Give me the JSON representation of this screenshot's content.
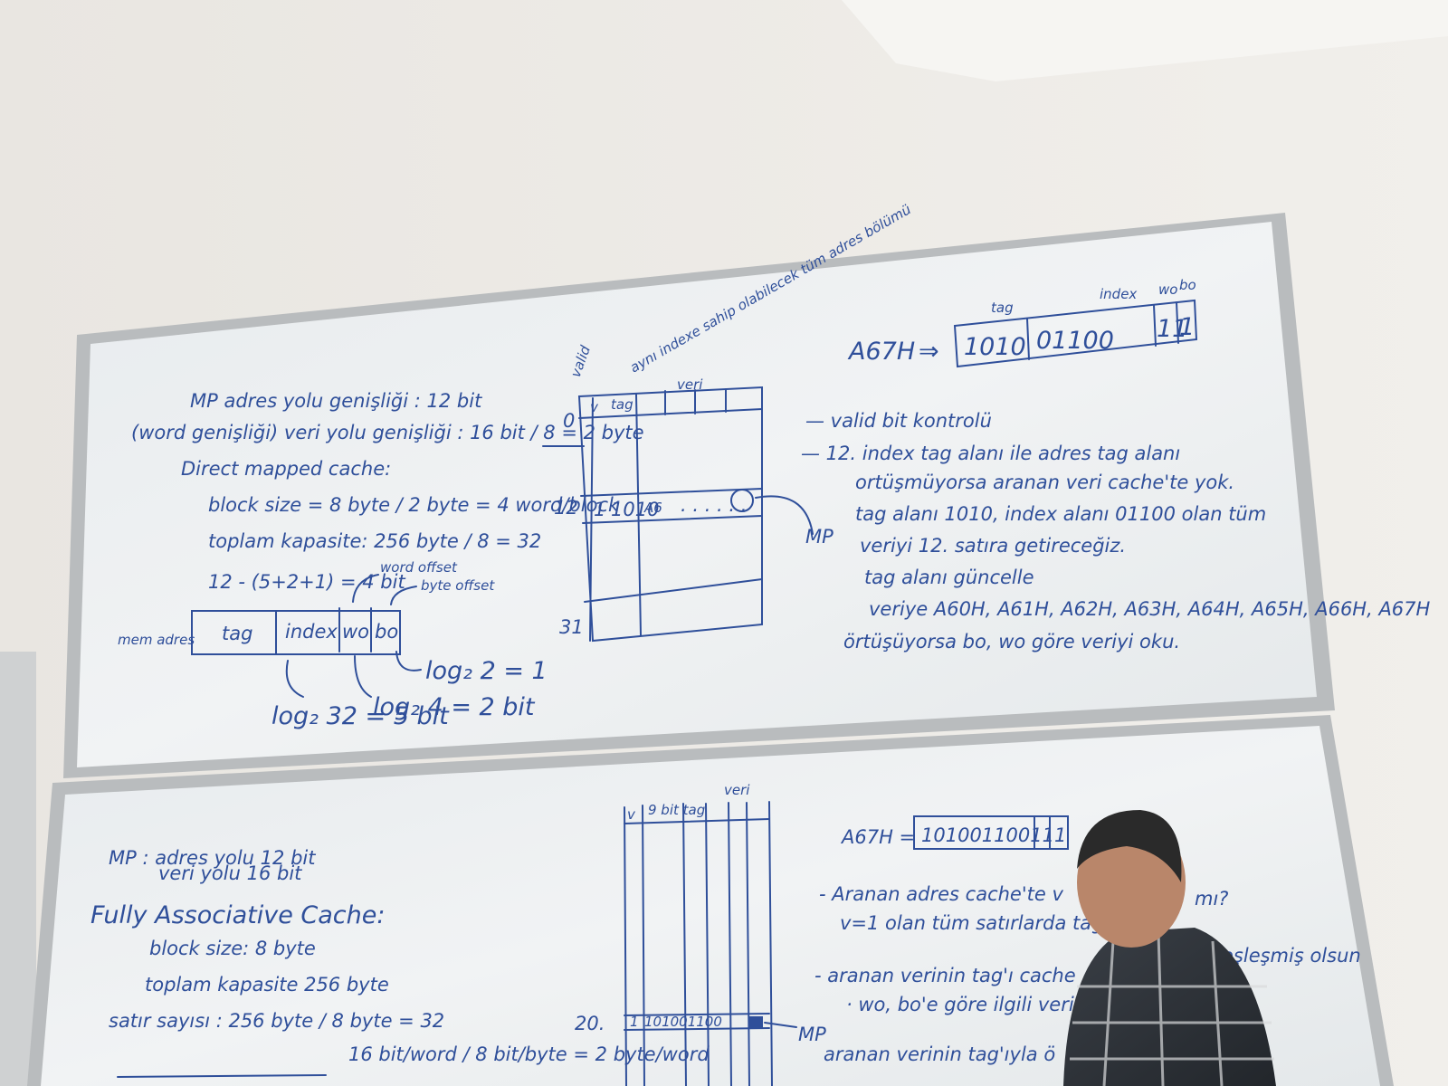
{
  "upper_board": {
    "left_notes": [
      "MP adres yolu genişliği : 12 bit",
      "(word genişliği) veri yolu genişliği : 16 bit / 8 = 2 byte",
      "Direct mapped cache:",
      "block size = 8 byte / 2 byte = 4 word/block",
      "toplam kapasite: 256 byte / 8 = 32",
      "12 - (5+2+1) = 4 bit"
    ],
    "address_fields": [
      "tag",
      "index",
      "wo",
      "bo"
    ],
    "mem_adres_label": "mem adres",
    "word_offset_label": "word offset",
    "byte_offset_label": "byte offset",
    "log_notes": [
      "log₂ 32 = 5 bit",
      "log₂ 4 = 2 bit",
      "log₂ 2 = 1"
    ],
    "cache_table": {
      "headers": [
        "v",
        "tag",
        "veri"
      ],
      "row_labels": [
        "0",
        "12",
        "31"
      ],
      "row12": [
        "1",
        "1010",
        "A6"
      ]
    },
    "annotations": [
      "valid",
      "aynı indexe sahip olabilecek tüm adres bölümü"
    ],
    "address": "A67H",
    "address_bits": [
      "1010",
      "01100",
      "11",
      "1"
    ],
    "address_field_labels": [
      "tag",
      "index",
      "wo",
      "bo"
    ],
    "right_notes": [
      "— valid bit kontrolü",
      "— 12. index tag alanı ile adres tag alanı",
      "ortüşmüyorsa aranan veri cache'te yok.",
      "tag alanı 1010, index alanı 01100 olan tüm",
      "veriyi 12. satıra getireceğiz.",
      "tag alanı güncelle",
      "veriye A60H, A61H, A62H, A63H, A64H, A65H, A66H, A67H",
      "örtüşüyorsa bo, wo göre veriyi oku."
    ],
    "mp_label": "MP"
  },
  "lower_board": {
    "left_notes": [
      "MP : adres yolu 12 bit",
      "veri yolu 16 bit",
      "Fully Associative Cache:",
      "block size: 8 byte",
      "toplam kapasite 256 byte",
      "satır sayısı : 256 byte / 8 byte = 32",
      "16 bit/word / 8 bit/byte = 2 byte/word"
    ],
    "table_headers": [
      "v",
      "9 bit tag",
      "veri"
    ],
    "row_label": "20.",
    "row20": [
      "1",
      "101001100"
    ],
    "address": "A67H =",
    "address_bits": "101001100111",
    "right_notes": [
      "- Aranan adres cache'te v",
      "v=1 olan tüm satırlarda tag",
      "mı?",
      "- aranan verinin tag'ı cache",
      "eşleşmiş olsun",
      "· wo, bo'e göre ilgili veri",
      "aranan verinin tag'ıyla ö"
    ],
    "mp_label": "MP"
  }
}
